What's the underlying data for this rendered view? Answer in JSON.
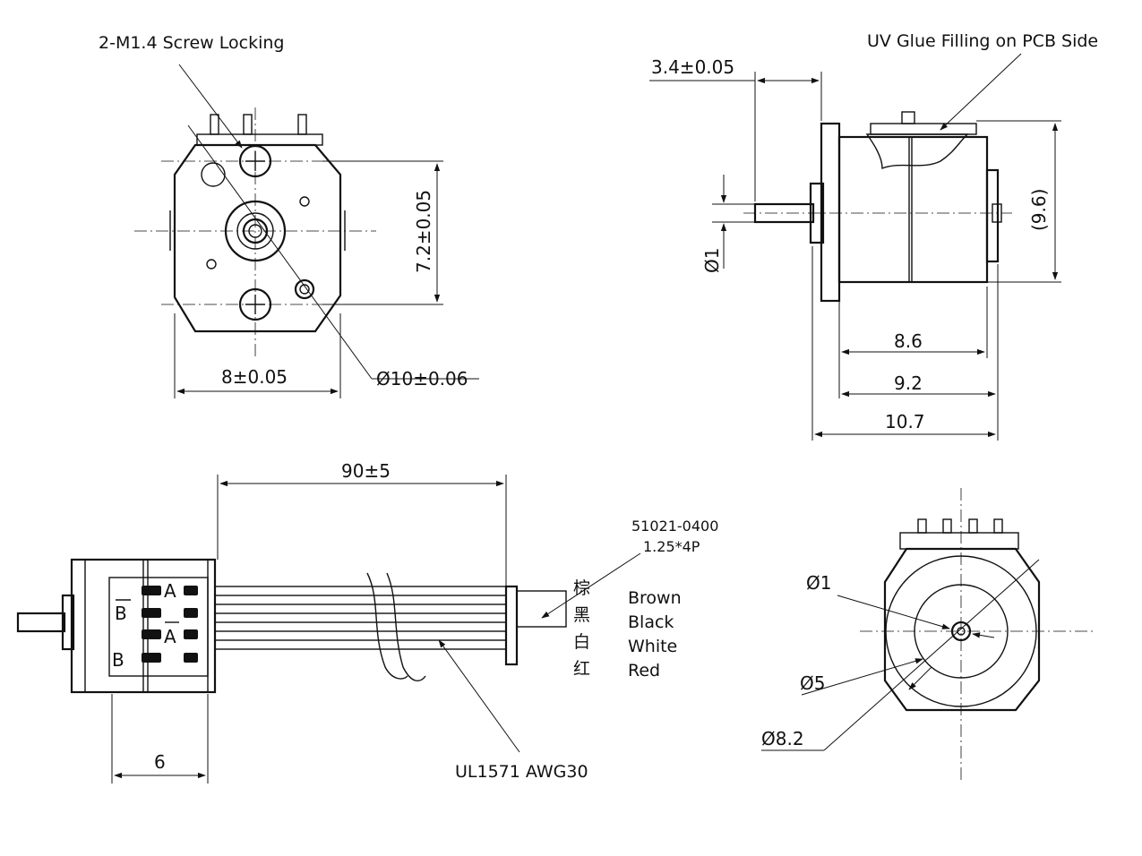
{
  "labels": {
    "screw_locking": "2-M1.4 Screw Locking",
    "uv_glue": "UV Glue Filling on PCB Side",
    "connector_part": "51021-0400",
    "connector_pitch": "1.25*4P",
    "cable_spec": "UL1571  AWG30"
  },
  "dimensions": {
    "front_width": "8±0.05",
    "front_height": "7.2±0.05",
    "front_diameter": "Ø10±0.06",
    "shaft_extension": "3.4±0.05",
    "shaft_diameter": "Ø1",
    "body_height": "(9.6)",
    "len_8_6": "8.6",
    "len_9_2": "9.2",
    "len_10_7": "10.7",
    "cable_length": "90±5",
    "connector_offset": "6",
    "rear_d1": "Ø1",
    "rear_d5": "Ø5",
    "rear_d8_2": "Ø8.2"
  },
  "wires": [
    {
      "cn": "棕",
      "en": "Brown"
    },
    {
      "cn": "黑",
      "en": "Black"
    },
    {
      "cn": "白",
      "en": "White"
    },
    {
      "cn": "红",
      "en": "Red"
    }
  ],
  "pins": [
    "A",
    "B",
    "A",
    "B"
  ]
}
